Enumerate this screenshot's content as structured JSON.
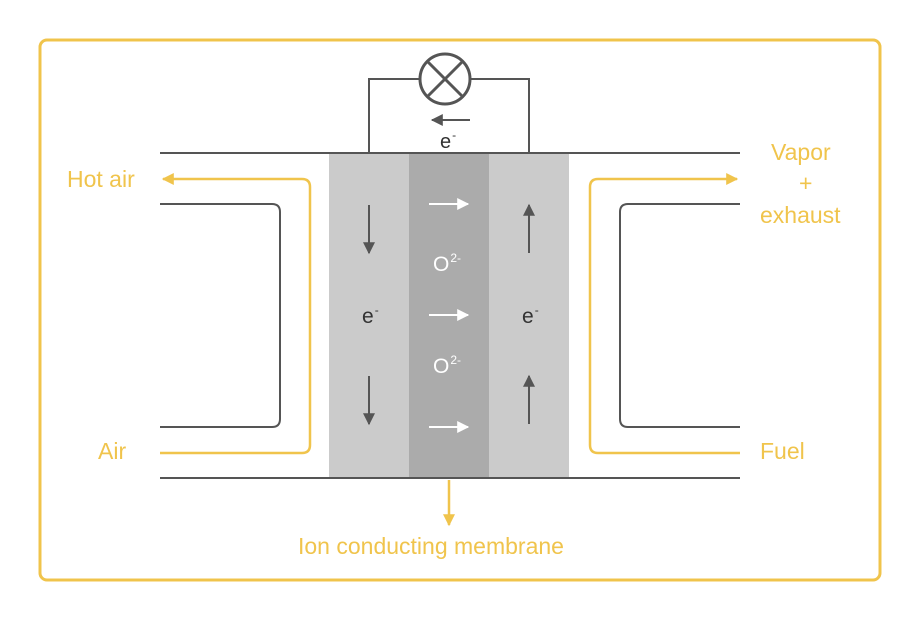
{
  "colors": {
    "accent": "#F0C44C",
    "line": "#555555",
    "electrode": "#CBCBCB",
    "membrane": "#ABABAB",
    "arrow_light": "#ffffff"
  },
  "labels": {
    "hot_air": "Hot air",
    "air": "Air",
    "vapor": "Vapor",
    "plus": "+",
    "exhaust": "exhaust",
    "fuel": "Fuel",
    "membrane": "Ion conducting membrane",
    "electron_base": "e",
    "electron_sup": "-",
    "oxide_base": "O",
    "oxide_sup": "2-"
  },
  "icons": {
    "lamp": "lamp-icon",
    "arrows": "arrow-icon"
  }
}
